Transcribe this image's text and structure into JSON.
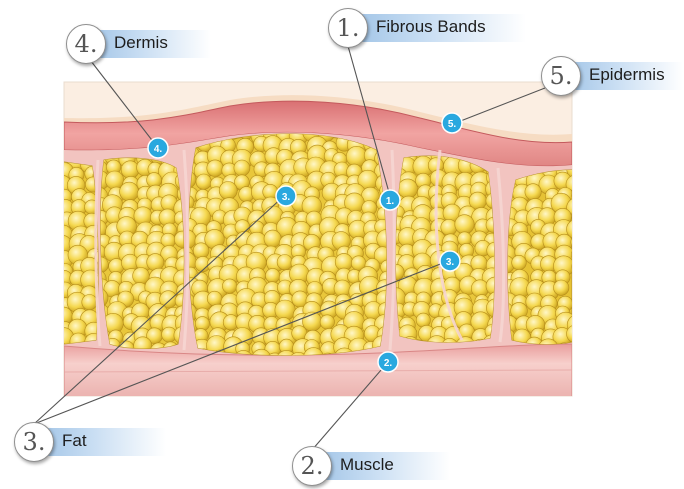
{
  "callouts": [
    {
      "id": "fibrous-bands",
      "number": "1.",
      "label": "Fibrous Bands"
    },
    {
      "id": "muscle",
      "number": "2.",
      "label": "Muscle"
    },
    {
      "id": "fat",
      "number": "3.",
      "label": "Fat"
    },
    {
      "id": "dermis",
      "number": "4.",
      "label": "Dermis"
    },
    {
      "id": "epidermis",
      "number": "5.",
      "label": "Epidermis"
    }
  ],
  "markers": [
    {
      "id": "marker-dermis",
      "text": "4."
    },
    {
      "id": "marker-epidermis",
      "text": "5."
    },
    {
      "id": "marker-fibrous-bands",
      "text": "1."
    },
    {
      "id": "marker-fat-left",
      "text": "3."
    },
    {
      "id": "marker-fat-right",
      "text": "3."
    },
    {
      "id": "marker-muscle",
      "text": "2."
    }
  ],
  "colors": {
    "muscle": "#efb9b8",
    "dermis": "#e88b8c",
    "epidermis": "#f6dcc3",
    "fat": "#f5db5a",
    "fat_shadow": "#c9a71f",
    "fibrous_band": "#f2c4c0",
    "marker": "#29a8df",
    "band": "#a9c9e8"
  }
}
